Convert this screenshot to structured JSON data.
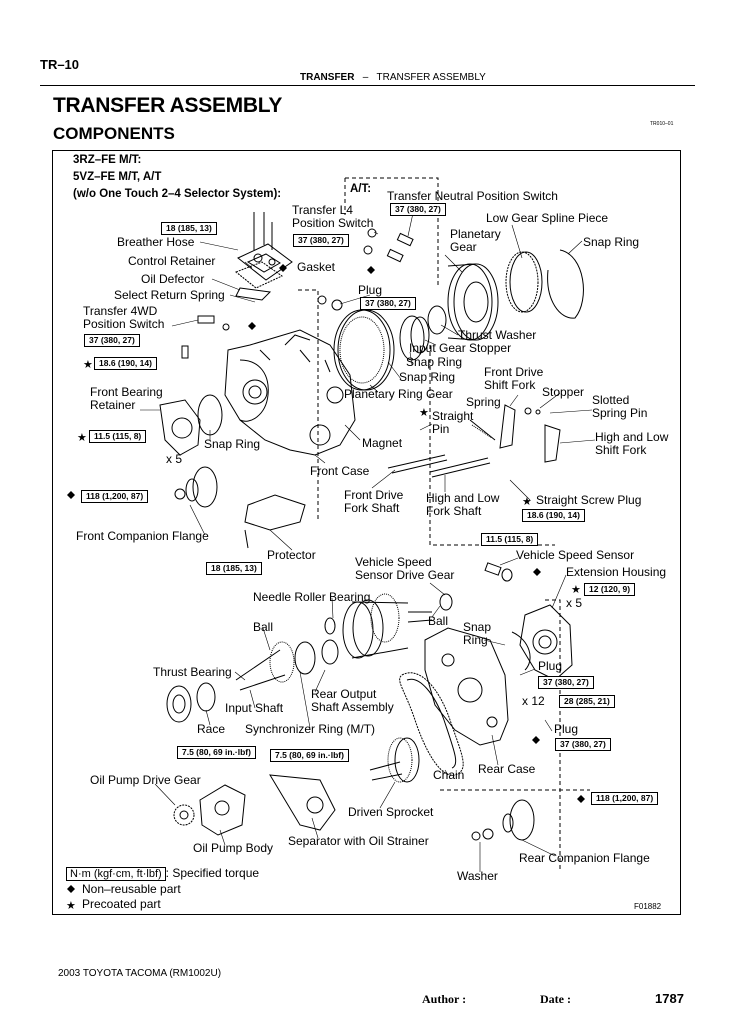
{
  "header": {
    "page_code": "TR–10",
    "section": "TRANSFER",
    "separator": "–",
    "subsection": "TRANSFER ASSEMBLY"
  },
  "title": "TRANSFER ASSEMBLY",
  "subtitle": "COMPONENTS",
  "figure_code_small": "TR010–01",
  "configuration": [
    "3RZ–FE M/T:",
    "5VZ–FE M/T, A/T",
    "(w/o One Touch 2–4 Selector System):"
  ],
  "at_label": "A/T:",
  "parts": {
    "transfer_neutral_position_switch": "Transfer Neutral Position Switch",
    "transfer_l4_position_switch": "Transfer L4\nPosition Switch",
    "low_gear_spline_piece": "Low Gear Spline Piece",
    "planetary_gear": "Planetary\nGear",
    "snap_ring_top": "Snap Ring",
    "breather_hose": "Breather Hose",
    "control_retainer": "Control Retainer",
    "gasket": "Gasket",
    "oil_defector": "Oil Defector",
    "select_return_spring": "Select Return Spring",
    "transfer_4wd_position_switch": "Transfer 4WD\nPosition Switch",
    "plug_top": "Plug",
    "thrust_washer": "Thrust Washer",
    "input_gear_stopper": "Input Gear Stopper",
    "snap_ring_mid1": "Snap Ring",
    "snap_ring_mid2": "Snap Ring",
    "front_drive_shift_fork": "Front Drive\nShift Fork",
    "planetary_ring_gear": "Planetary Ring Gear",
    "spring": "Spring",
    "stopper": "Stopper",
    "slotted_spring_pin": "Slotted\nSpring Pin",
    "front_bearing_retainer": "Front Bearing\nRetainer",
    "straight_pin": "Straight\nPin",
    "high_low_shift_fork": "High and Low\nShift Fork",
    "snap_ring_left": "Snap Ring",
    "magnet": "Magnet",
    "front_case": "Front Case",
    "front_drive_fork_shaft": "Front Drive\nFork Shaft",
    "high_low_fork_shaft": "High and Low\nFork Shaft",
    "straight_screw_plug": "Straight Screw Plug",
    "front_companion_flange": "Front Companion Flange",
    "protector": "Protector",
    "vehicle_speed_sensor": "Vehicle Speed Sensor",
    "vehicle_speed_sensor_drive_gear": "Vehicle Speed\nSensor Drive Gear",
    "extension_housing": "Extension Housing",
    "needle_roller_bearing": "Needle Roller Bearing",
    "ball_left": "Ball",
    "ball_right": "Ball",
    "snap_ring_right": "Snap\nRing",
    "plug_right1": "Plug",
    "thrust_bearing": "Thrust Bearing",
    "rear_output_shaft_assembly": "Rear Output\nShaft Assembly",
    "race": "Race",
    "input_shaft": "Input Shaft",
    "synchronizer_ring": "Synchronizer Ring (M/T)",
    "plug_right2": "Plug",
    "chain": "Chain",
    "rear_case": "Rear Case",
    "oil_pump_drive_gear": "Oil Pump Drive Gear",
    "driven_sprocket": "Driven Sprocket",
    "oil_pump_body": "Oil Pump Body",
    "separator_with_oil_strainer": "Separator with Oil Strainer",
    "rear_companion_flange": "Rear Companion Flange",
    "washer": "Washer"
  },
  "torques": {
    "tq_neutral_switch": "37 (380, 27)",
    "tq_breather": "18 (185, 13)",
    "tq_l4_switch": "37 (380, 27)",
    "tq_plug_top": "37 (380, 27)",
    "tq_4wd_switch": "37 (380, 27)",
    "tq_bolts_front": "18.6 (190, 14)",
    "tq_front_retainer": "11.5 (115, 8)",
    "tq_front_flange": "118 (1,200, 87)",
    "tq_screw_plug": "18.6 (190, 14)",
    "tq_sensor": "11.5 (115, 8)",
    "tq_protector": "18 (185, 13)",
    "tq_ext_housing": "12 (120, 9)",
    "tq_plug_right1": "37 (380, 27)",
    "tq_rear_case": "28 (285, 21)",
    "tq_plug_right2": "37 (380, 27)",
    "tq_pump_body": "7.5 (80, 69 in.·lbf)",
    "tq_separator": "7.5 (80, 69 in.·lbf)",
    "tq_rear_flange": "118 (1,200, 87)"
  },
  "multipliers": {
    "x5_left": "x 5",
    "x5_right": "x 5",
    "x12": "x 12"
  },
  "legend": {
    "unit_box": "N·m (kgf·cm, ft·lbf)",
    "unit_text": ": Specified torque",
    "non_reusable": "Non–reusable part",
    "precoated": "Precoated part"
  },
  "figure_id": "F01882",
  "footer": {
    "reference": "2003 TOYOTA TACOMA   (RM1002U)",
    "author": "Author :",
    "date": "Date :",
    "page_number": "1787"
  }
}
